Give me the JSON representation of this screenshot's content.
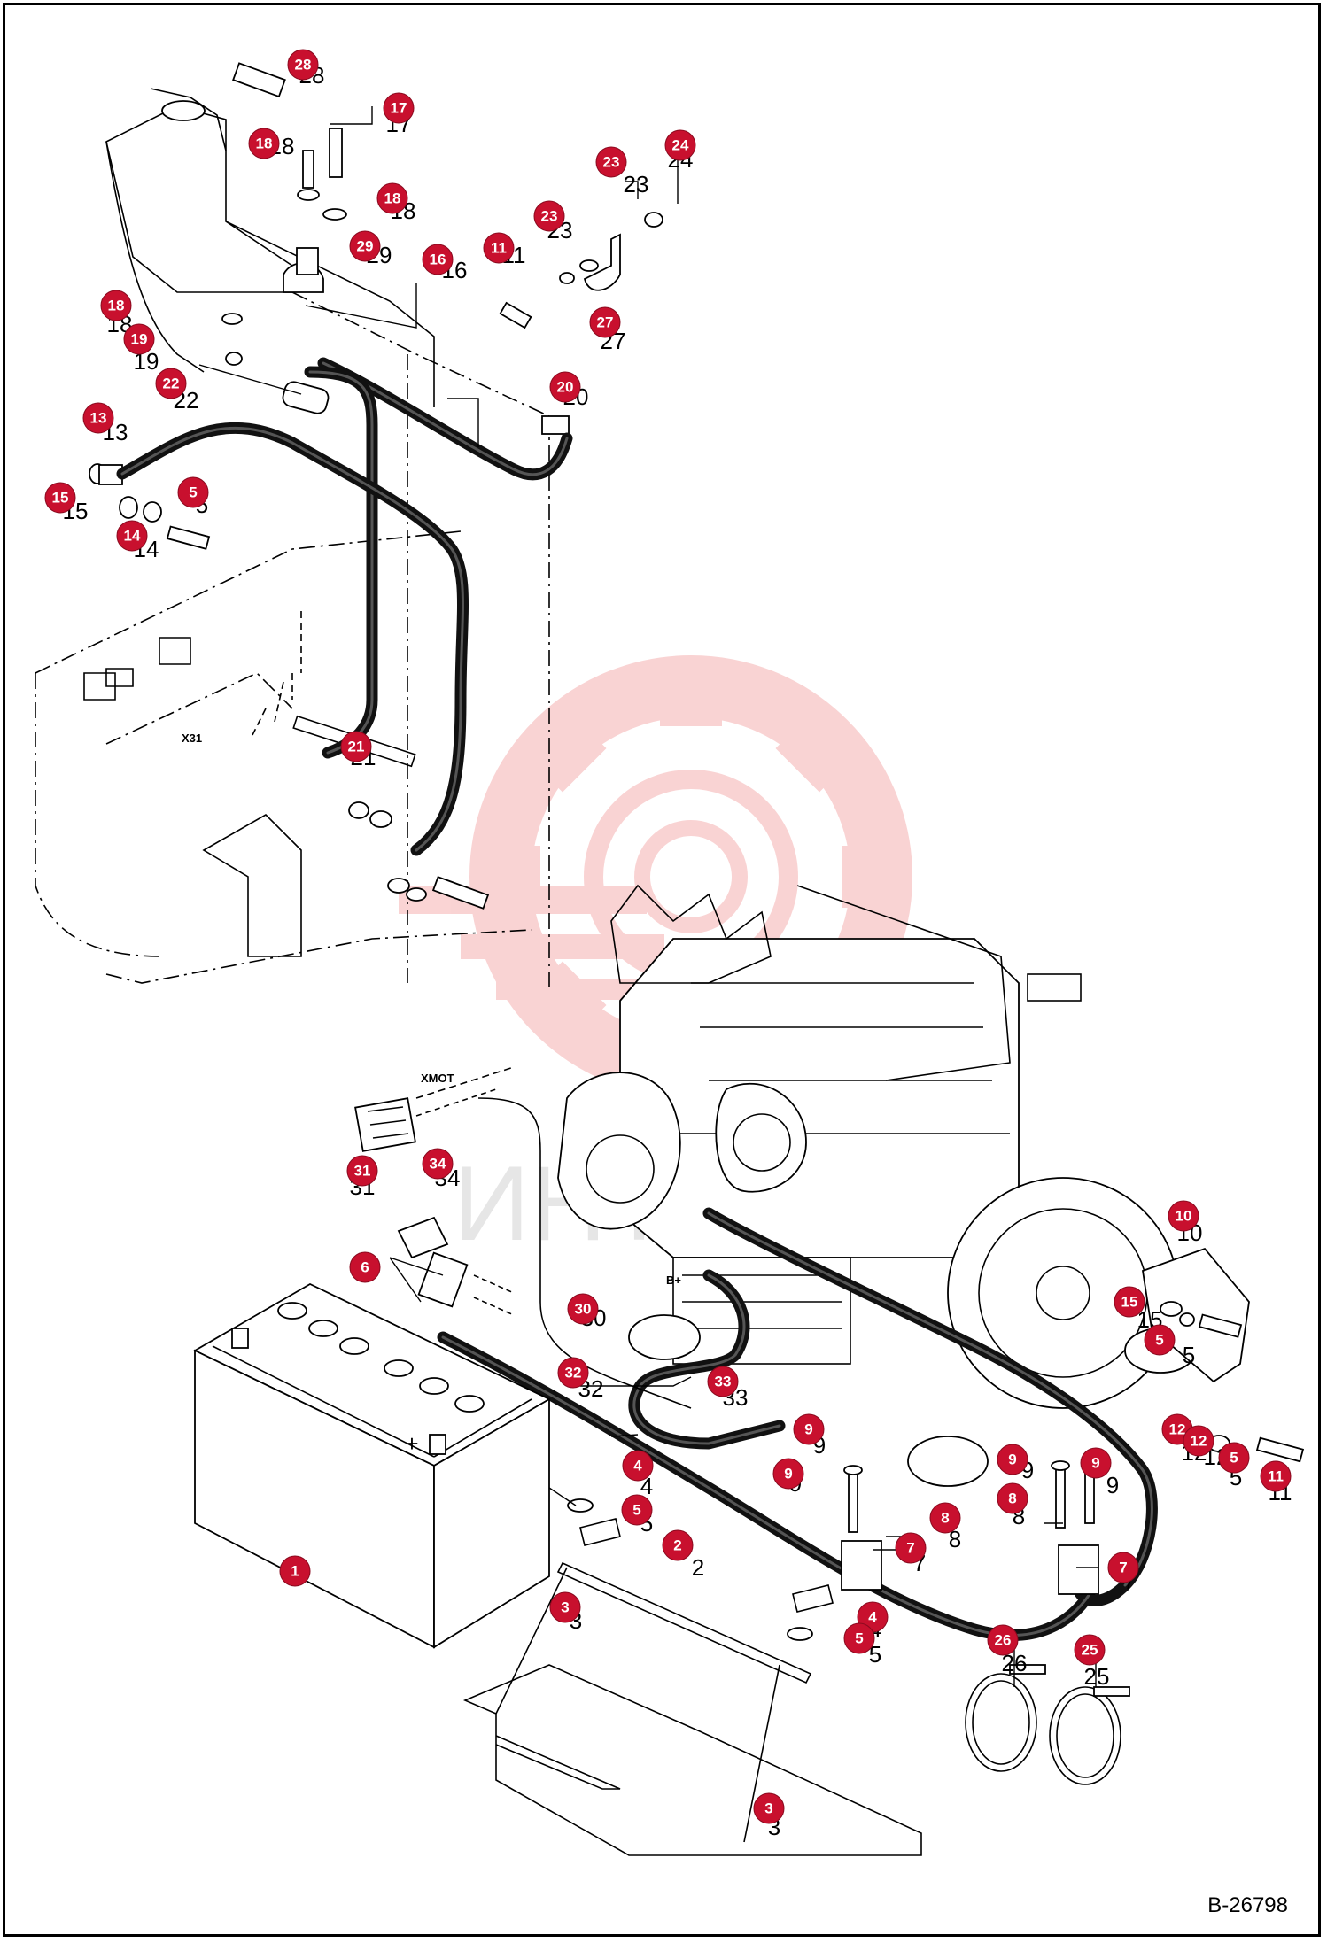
{
  "drawing": {
    "reference_code": "B-26798",
    "connector_labels": {
      "x31": "X31",
      "xmot": "XMOT",
      "battery_plus_terminal": "B+",
      "battery_polarity": "+"
    },
    "callout_color": "#c8102e",
    "watermark_text": "ИНТЕК",
    "watermark_color": "#f5b0b0"
  },
  "callouts": [
    {
      "n": "28",
      "plain": "28"
    },
    {
      "n": "17",
      "plain": "17"
    },
    {
      "n": "18",
      "plain": "18"
    },
    {
      "n": "18",
      "plain": "18"
    },
    {
      "n": "24",
      "plain": "24"
    },
    {
      "n": "23",
      "plain": "23"
    },
    {
      "n": "23",
      "plain": "23"
    },
    {
      "n": "11",
      "plain": "11"
    },
    {
      "n": "29",
      "plain": "29"
    },
    {
      "n": "16",
      "plain": "16"
    },
    {
      "n": "27",
      "plain": "27"
    },
    {
      "n": "18",
      "plain": "18"
    },
    {
      "n": "19",
      "plain": "19"
    },
    {
      "n": "22",
      "plain": "22"
    },
    {
      "n": "20",
      "plain": "20"
    },
    {
      "n": "13",
      "plain": "13"
    },
    {
      "n": "15",
      "plain": "15"
    },
    {
      "n": "5",
      "plain": "5"
    },
    {
      "n": "14",
      "plain": "14"
    },
    {
      "n": "21",
      "plain": "21"
    },
    {
      "n": "31",
      "plain": "31"
    },
    {
      "n": "34",
      "plain": "34"
    },
    {
      "n": "10",
      "plain": "10"
    },
    {
      "n": "6",
      "plain": ""
    },
    {
      "n": "30",
      "plain": "30"
    },
    {
      "n": "32",
      "plain": "32"
    },
    {
      "n": "33",
      "plain": "33"
    },
    {
      "n": "15",
      "plain": "15"
    },
    {
      "n": "5",
      "plain": "5"
    },
    {
      "n": "9",
      "plain": "9"
    },
    {
      "n": "9",
      "plain": "9"
    },
    {
      "n": "9",
      "plain": "9"
    },
    {
      "n": "8",
      "plain": "8"
    },
    {
      "n": "9",
      "plain": "9"
    },
    {
      "n": "8",
      "plain": "8"
    },
    {
      "n": "4",
      "plain": "4"
    },
    {
      "n": "5",
      "plain": "5"
    },
    {
      "n": "12",
      "plain": "12"
    },
    {
      "n": "12",
      "plain": "12"
    },
    {
      "n": "5",
      "plain": "5"
    },
    {
      "n": "11",
      "plain": "11"
    },
    {
      "n": "7",
      "plain": "7"
    },
    {
      "n": "7",
      "plain": "7"
    },
    {
      "n": "2",
      "plain": "2"
    },
    {
      "n": "1",
      "plain": ""
    },
    {
      "n": "3",
      "plain": "3"
    },
    {
      "n": "4",
      "plain": "4"
    },
    {
      "n": "5",
      "plain": "5"
    },
    {
      "n": "26",
      "plain": "26"
    },
    {
      "n": "25",
      "plain": "25"
    },
    {
      "n": "3",
      "plain": "3"
    }
  ]
}
